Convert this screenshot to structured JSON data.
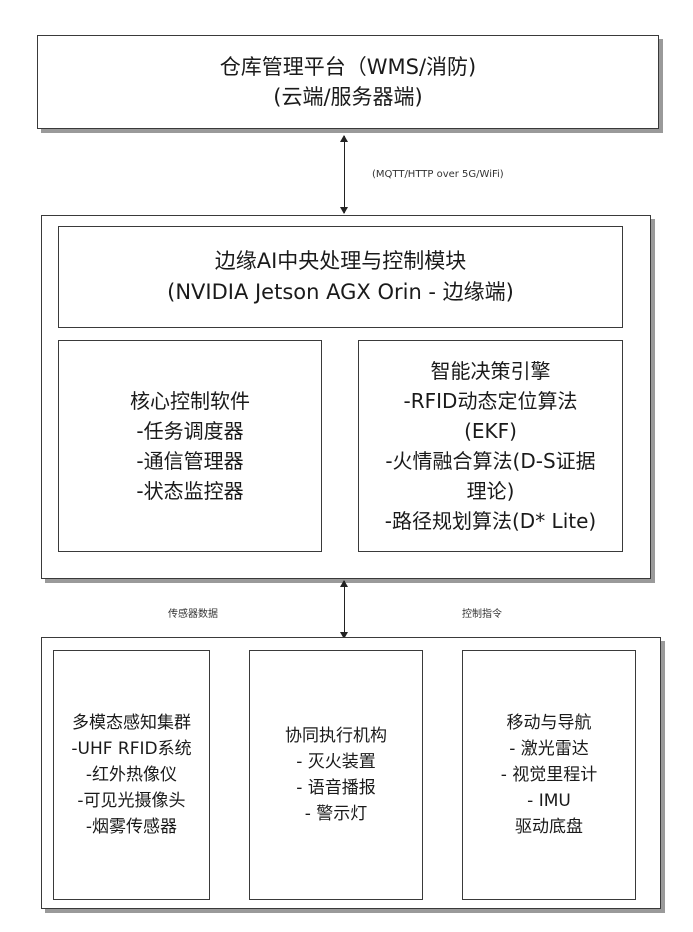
{
  "cloud": {
    "line1": "仓库管理平台（WMS/消防)",
    "line2": "(云端/服务器端)"
  },
  "link_label": "(MQTT/HTTP over 5G/WiFi)",
  "edge": {
    "title_line1": "边缘AI中央处理与控制模块",
    "title_line2": "(NVIDIA Jetson AGX Orin - 边缘端)",
    "core": {
      "title": "核心控制软件",
      "items": [
        "-任务调度器",
        "-通信管理器",
        "-状态监控器"
      ]
    },
    "engine": {
      "title": "智能决策引擎",
      "lines": [
        "-RFID动态定位算法",
        "(EKF)",
        "-火情融合算法(D-S证据",
        "理论)",
        "-路径规划算法(D* Lite)"
      ]
    }
  },
  "bus_labels": {
    "left": "传感器数据",
    "right": "控制指令"
  },
  "bottom": {
    "sensors": {
      "title": "多模态感知集群",
      "items": [
        "-UHF RFID系统",
        "-红外热像仪",
        "-可见光摄像头",
        "-烟雾传感器"
      ]
    },
    "actuators": {
      "title": "协同执行机构",
      "items": [
        "- 灭火装置",
        "- 语音播报",
        "- 警示灯"
      ]
    },
    "mobility": {
      "title": "移动与导航",
      "items": [
        "- 激光雷达",
        "- 视觉里程计",
        "- IMU",
        "驱动底盘"
      ]
    }
  }
}
